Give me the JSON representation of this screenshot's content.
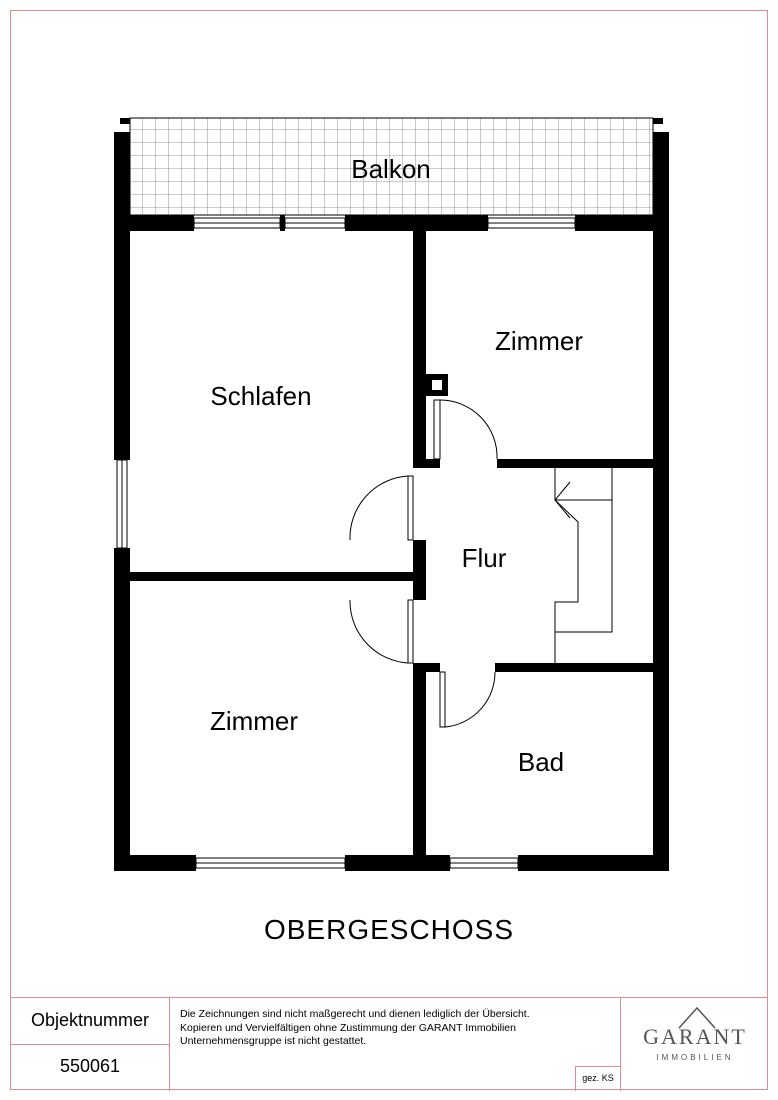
{
  "rooms": {
    "balcony": "Balkon",
    "bedroom": "Schlafen",
    "room_top_right": "Zimmer",
    "hallway": "Flur",
    "room_bottom_left": "Zimmer",
    "bathroom": "Bad"
  },
  "title": "OBERGESCHOSS",
  "footer": {
    "object_number_label": "Objektnummer",
    "object_number": "550061",
    "disclaimer_line1": "Die Zeichnungen sind nicht maßgerecht und dienen lediglich der Übersicht.",
    "disclaimer_line2": "Kopieren und Vervielfältigen ohne Zustimmung der GARANT Immobilien",
    "disclaimer_line3": "Unternehmensgruppe ist nicht gestattet.",
    "drawn_by": "gez. KS",
    "logo_text": "GARANT",
    "logo_subtext": "IMMOBILIEN"
  },
  "colors": {
    "wall": "#000000",
    "frame": "#e08a8a",
    "logo": "#555555"
  }
}
